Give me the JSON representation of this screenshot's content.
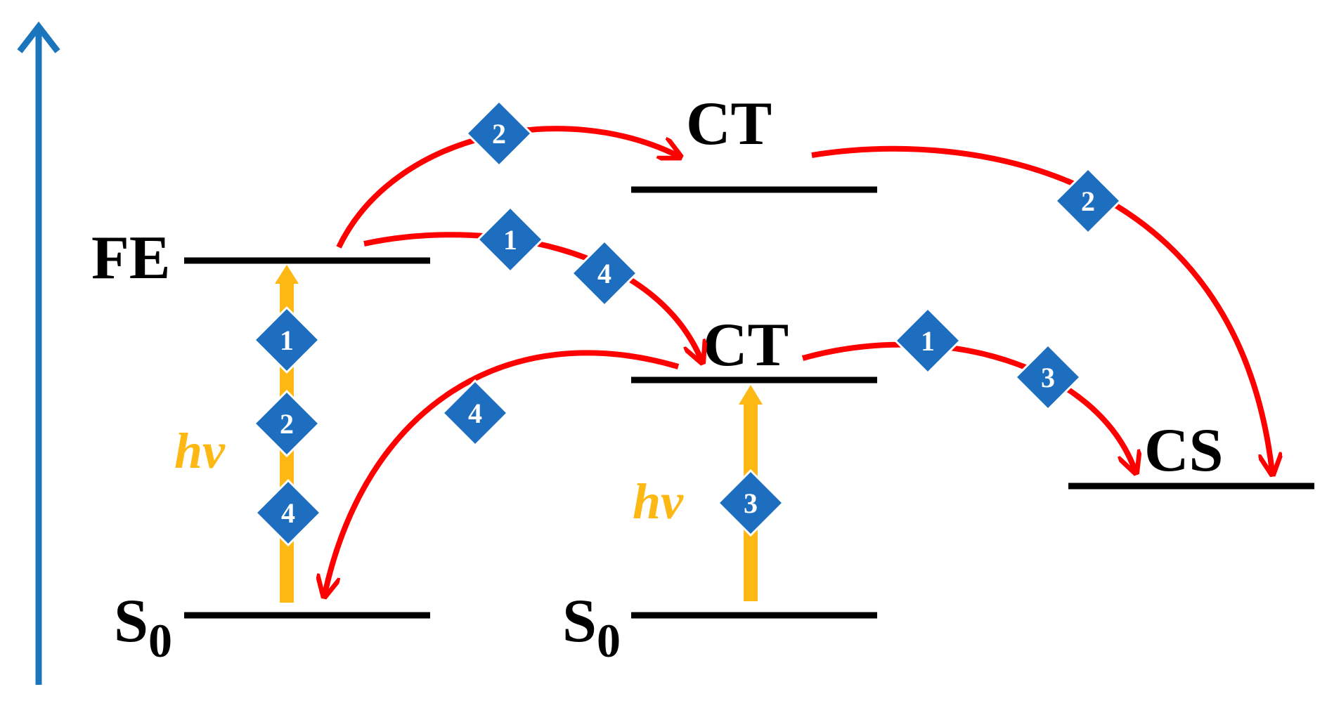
{
  "colors": {
    "energy_axis": "#1B75BC",
    "level_line": "#000000",
    "transfer_arrow": "#FF0000",
    "excitation_arrow": "#FDB813",
    "badge_fill": "#1E6EBF",
    "badge_text": "#FFFFFF"
  },
  "levels": {
    "fe": "FE",
    "ct_upper": "CT",
    "ct_lower": "CT",
    "cs": "CS",
    "s0_left": "S",
    "s0_left_sub": "0",
    "s0_right": "S",
    "s0_right_sub": "0"
  },
  "excitation": {
    "left_label": "hv",
    "right_label": "hv"
  },
  "badges": {
    "fe_to_ct_upper": "2",
    "ct_upper_to_cs": "2",
    "fe_to_ct_lower_a": "1",
    "fe_to_ct_lower_b": "4",
    "ct_lower_to_cs_a": "1",
    "ct_lower_to_cs_b": "3",
    "ct_lower_to_s0": "4",
    "left_excitation_1": "1",
    "left_excitation_2": "2",
    "left_excitation_3": "4",
    "right_excitation": "3"
  }
}
